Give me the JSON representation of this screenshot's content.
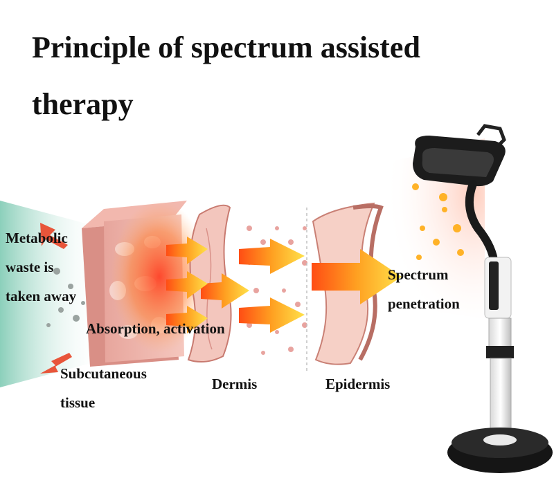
{
  "title": "Principle of spectrum assisted therapy",
  "labels": {
    "metabolic": [
      "Metabolic",
      "waste is",
      "taken away"
    ],
    "absorption": "Absorption, activation",
    "subcutaneous": [
      "Subcutaneous",
      "tissue"
    ],
    "dermis": "Dermis",
    "epidermis": "Epidermis",
    "spectrum": [
      "Spectrum",
      "penetration"
    ]
  },
  "colors": {
    "arrow_orange": "#ff6a1a",
    "arrow_yellow": "#ffd23a",
    "tissue_pink": "#e9a7a0",
    "glow_red": "#ff4a2a",
    "waste_teal": "#8fd3bf",
    "device_black": "#1a1a1a"
  }
}
